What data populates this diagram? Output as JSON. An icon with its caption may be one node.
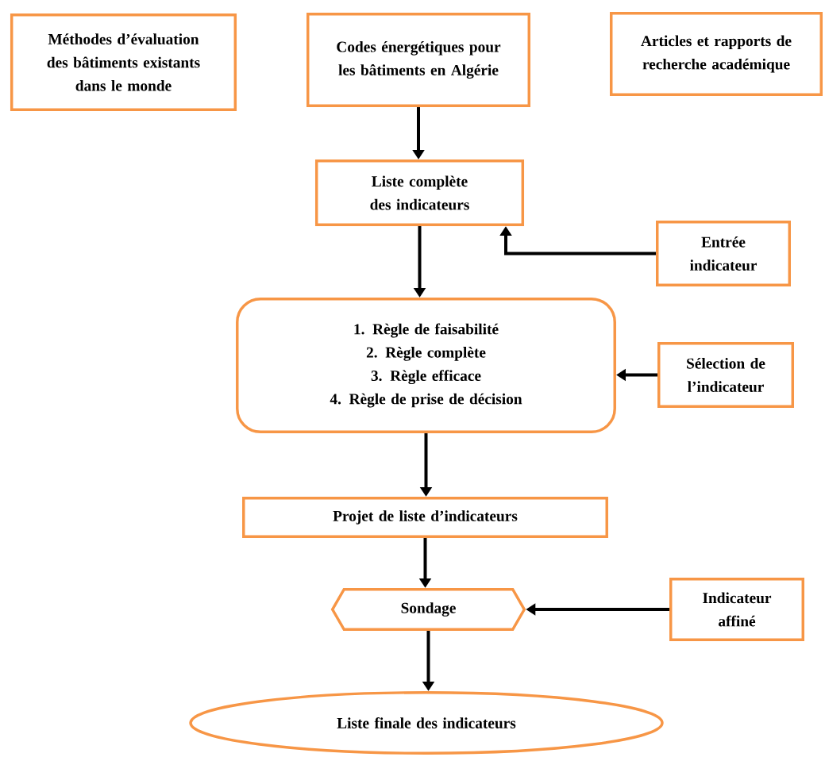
{
  "diagram": {
    "nodes": [
      {
        "text": [
          "Méthodes d’évaluation des bâtiments existants dans le monde"
        ]
      },
      {
        "text": [
          "Codes énergétiques pour les bâtiments en Algérie"
        ]
      },
      {
        "text": [
          "Articles et rapports de recherche académique"
        ]
      },
      {
        "text": [
          "Liste complète des indicateurs"
        ]
      },
      {
        "text": [
          "Entrée indicateur"
        ]
      },
      {
        "text": [
          "1. Règle de faisabilité",
          "2. Règle complète",
          "3. Règle efficace",
          "4. Règle de prise de décision"
        ]
      },
      {
        "text": [
          "Sélection de l’indicateur"
        ]
      },
      {
        "text": [
          "Projet de liste d’indicateurs"
        ]
      },
      {
        "text": [
          "Sondage"
        ]
      },
      {
        "text": [
          "Indicateur affiné"
        ]
      },
      {
        "text": [
          "Liste finale des indicateurs"
        ]
      }
    ],
    "edges": [
      {
        "from": 1,
        "to": 3,
        "arrow": "to"
      },
      {
        "from": 3,
        "to": 5,
        "arrow": "to"
      },
      {
        "from": 4,
        "to": 3,
        "arrow": "to"
      },
      {
        "from": 5,
        "to": 7,
        "arrow": "to"
      },
      {
        "from": 6,
        "to": 5,
        "arrow": "to"
      },
      {
        "from": 7,
        "to": 8,
        "arrow": "to"
      },
      {
        "from": 9,
        "to": 8,
        "arrow": "to"
      },
      {
        "from": 8,
        "to": 10,
        "arrow": "to"
      }
    ]
  }
}
